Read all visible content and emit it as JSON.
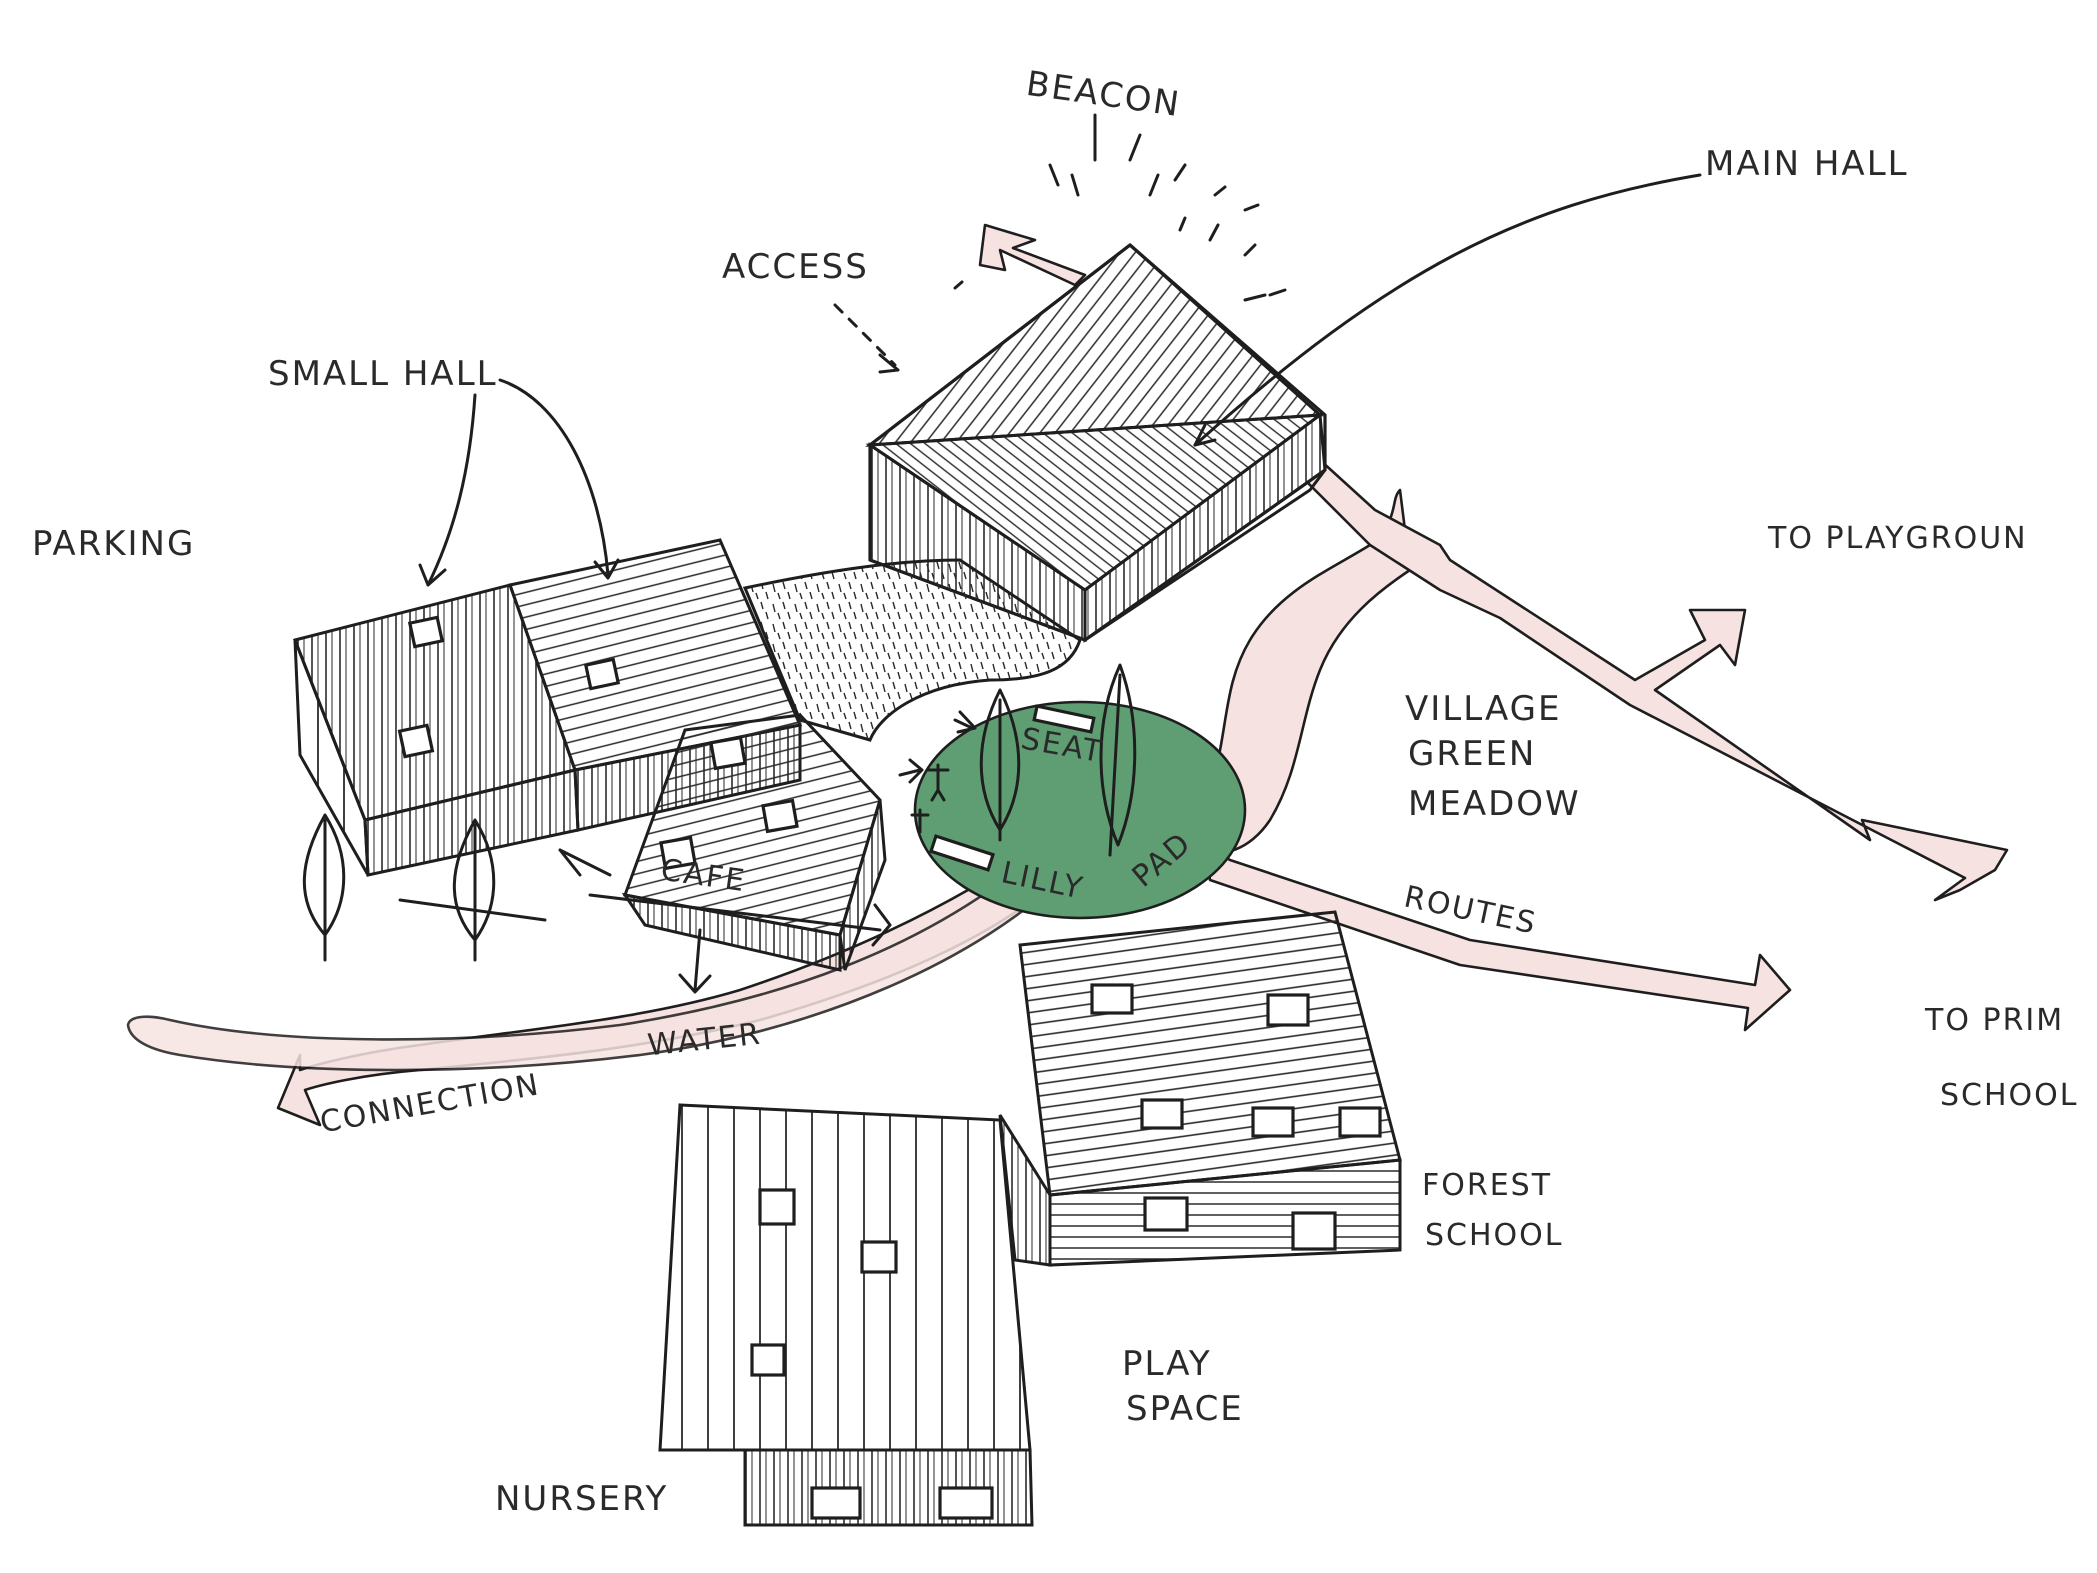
{
  "diagram": {
    "colors": {
      "ink": "#1e1e1e",
      "path_fill": "#f6e3e1",
      "green_fill": "#5f9e73",
      "paper": "#ffffff"
    },
    "labels": {
      "beacon": "BEACON",
      "main_hall": "MAIN HALL",
      "access": "ACCESS",
      "small_hall": "SMALL HALL",
      "parking": "PARKING",
      "to_playground": "TO PLAYGROUN",
      "village_green_1": "VILLAGE",
      "village_green_2": "GREEN",
      "village_green_3": "MEADOW",
      "seat": "SEAT",
      "lilly": "LILLY",
      "pad": "PAD",
      "cafe": "CAFE",
      "routes": "ROUTES",
      "to_primary_1": "TO PRIM",
      "to_primary_2": "SCHOOL",
      "water": "WATER",
      "connection": "CONNECTION",
      "forest_1": "FOREST",
      "forest_2": "SCHOOL",
      "play_1": "PLAY",
      "play_2": "SPACE",
      "nursery": "NURSERY"
    }
  }
}
